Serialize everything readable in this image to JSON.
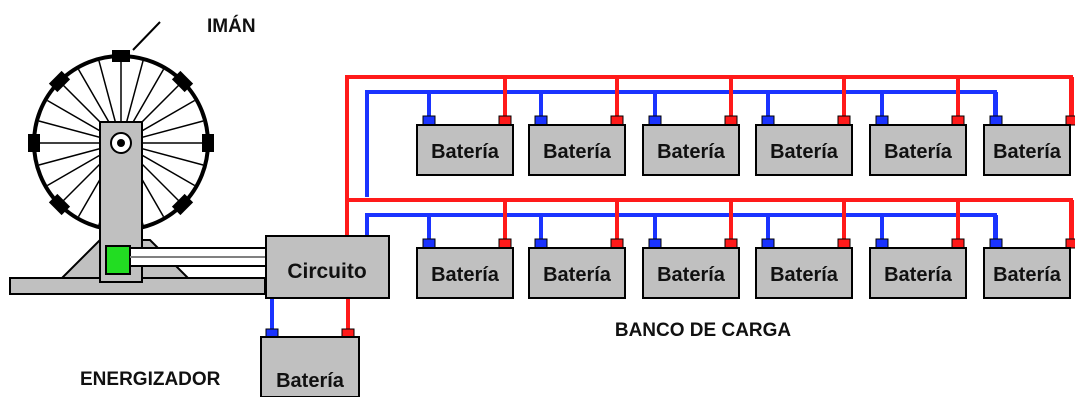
{
  "labels": {
    "magnet": "IMÁN",
    "circuit": "Circuito",
    "bank": "BANCO DE CARGA",
    "energizer": "ENERGIZADOR"
  },
  "battery_label": "Batería",
  "bank_rows": [
    [
      "Batería",
      "Batería",
      "Batería",
      "Batería",
      "Batería",
      "Batería"
    ],
    [
      "Batería",
      "Batería",
      "Batería",
      "Batería",
      "Batería",
      "Batería"
    ]
  ],
  "energizer_battery_label": "Batería",
  "colors": {
    "positive_wire": "#ff1a1a",
    "negative_wire": "#1a33ff",
    "battery_fill": "#c0c0c0",
    "coil": "#22dd22",
    "outline": "#000000"
  }
}
